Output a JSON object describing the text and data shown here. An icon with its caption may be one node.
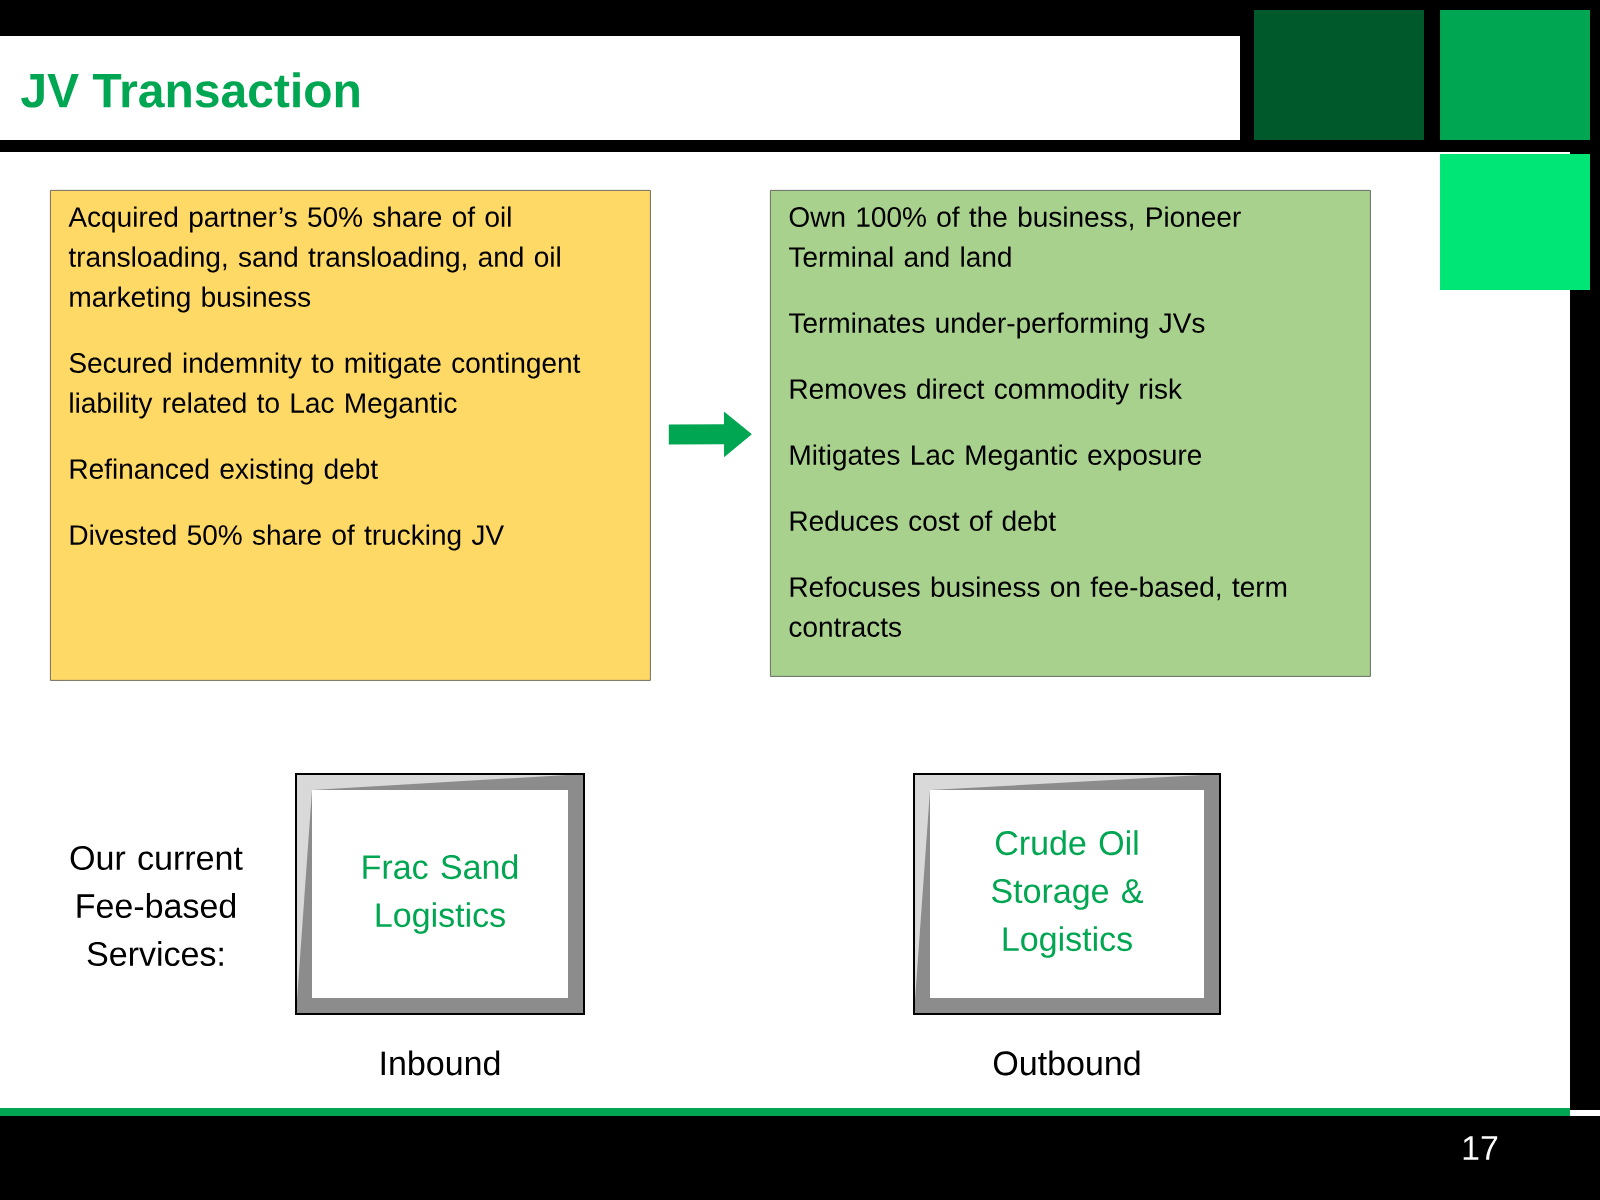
{
  "diagram": {
    "title": "JV Transaction",
    "nodes": [
      {
        "text": [
          "Acquired partner’s 50% share of oil transloading, sand transloading, and oil marketing business",
          "Secured indemnity to mitigate contingent liability related to Lac Megantic",
          "Refinanced existing debt",
          "Divested 50% share of trucking JV"
        ]
      },
      {
        "text": [
          "Own 100% of the business, Pioneer Terminal and land",
          "Terminates under-performing JVs",
          "Removes direct commodity risk",
          "Mitigates Lac Megantic exposure",
          "Reduces cost of debt",
          "Refocuses business on fee-based, term contracts"
        ]
      },
      {
        "text": [
          "Frac Sand Logistics"
        ],
        "beside": [
          "Inbound"
        ]
      },
      {
        "text": [
          "Crude Oil Storage & Logistics"
        ],
        "beside": [
          "Outbound"
        ]
      }
    ],
    "edges": [
      {
        "from": 0,
        "to": 1,
        "arrow": "to"
      }
    ],
    "labels": [
      "Our current Fee-based Services:",
      "17"
    ]
  }
}
